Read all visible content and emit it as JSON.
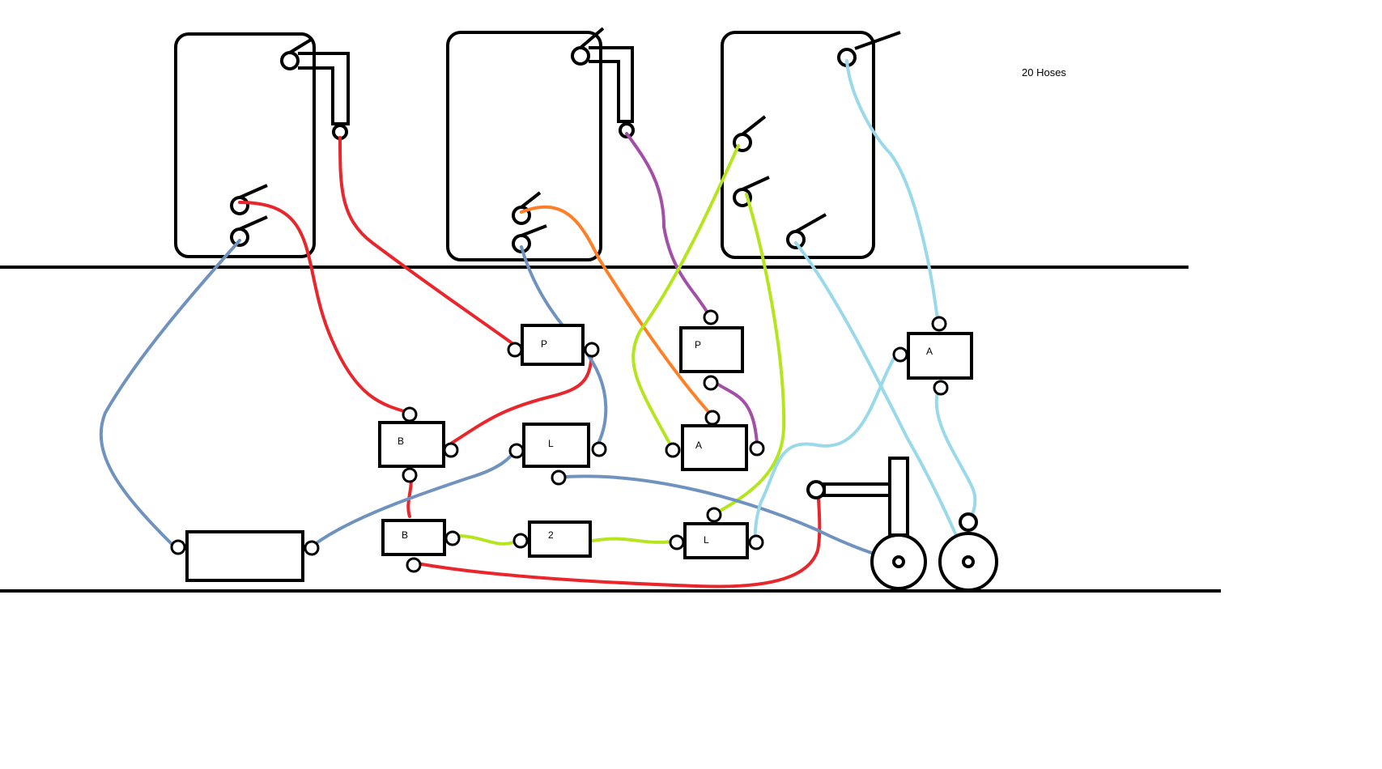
{
  "note": "20 Hoses",
  "labels": {
    "p_top": "P",
    "p_right": "P",
    "b_upper": "B",
    "l_mid": "L",
    "a_mid": "A",
    "a_right": "A",
    "b_lower": "B",
    "two": "2",
    "l_lower": "L",
    "big_box": ""
  },
  "colors": {
    "red": "#e8262b",
    "orange": "#ff7f26",
    "purple": "#a34fa8",
    "lime": "#b5e61d",
    "steel": "#7092be",
    "sky": "#99d9ea",
    "ink": "#000000"
  }
}
